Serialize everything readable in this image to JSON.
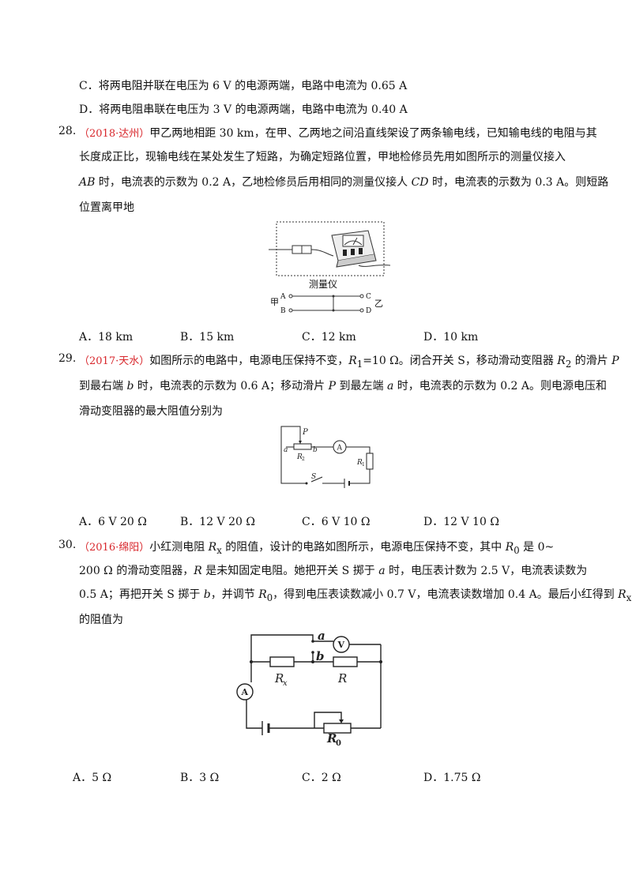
{
  "q27_options": {
    "C": "C．将两电阻并联在电压为 6 V 的电源两端，电路中电流为 0.65 A",
    "D": "D．将两电阻串联在电压为 3 V 的电源两端，电路中电流为 0.40 A"
  },
  "q28": {
    "number": "28.",
    "source": "（2018·达州）",
    "line1": "甲乙两地相距 30 km，在甲、乙两地之间沿直线架设了两条输电线，已知输电线的电阻与其",
    "line2": "长度成正比，现输电线在某处发生了短路，为确定短路位置，甲地检修员先用如图所示的测量仪接入",
    "line3_a": "AB",
    "line3_b": " 时，电流表的示数为 0.2 A，乙地检修员后用相同的测量仪接人 ",
    "line3_c": "CD",
    "line3_d": " 时，电流表的示数为 0.3 A。则短路",
    "line4": "位置离甲地",
    "figure": {
      "caption": "测量仪",
      "left_label": "甲",
      "right_label": "乙",
      "A": "A",
      "B": "B",
      "C": "C",
      "D": "D"
    },
    "options": [
      "A．18 km",
      "B．15 km",
      "C．12 km",
      "D．10 km"
    ]
  },
  "q29": {
    "number": "29.",
    "source": "（2017·天水）",
    "line1_a": "如图所示的电路中，电源电压保持不变，",
    "line1_r1": "R",
    "line1_r1sub": "1",
    "line1_b": "=10 Ω。闭合开关 S，移动滑动变阻器 ",
    "line1_r2": "R",
    "line1_r2sub": "2",
    "line1_c": " 的滑片 ",
    "line1_p": "P",
    "line2_a": "到最右端 ",
    "line2_b": "b",
    "line2_c": " 时，电流表的示数为 0.6 A；移动滑片 ",
    "line2_p": "P",
    "line2_d": " 到最左端 ",
    "line2_e": "a",
    "line2_f": " 时，电流表的示数为 0.2 A。则电源电压和",
    "line3": "滑动变阻器的最大阻值分别为",
    "figure": {
      "P": "P",
      "a": "a",
      "b": "b",
      "R2": "R",
      "R2sub": "2",
      "R1": "R",
      "R1sub": "1",
      "S": "S",
      "ammeter": "A"
    },
    "options": [
      "A．6 V  20 Ω",
      "B．12 V  20 Ω",
      "C．6 V  10 Ω",
      "D．12 V  10 Ω"
    ]
  },
  "q30": {
    "number": "30.",
    "source": "（2016·绵阳）",
    "line1_a": "小红测电阻 ",
    "line1_rx": "R",
    "line1_rxsub": "x",
    "line1_b": " 的阻值，设计的电路如图所示，电源电压保持不变，其中 ",
    "line1_r0": "R",
    "line1_r0sub": "0",
    "line1_c": " 是 0~",
    "line2_a": "200 Ω 的滑动变阻器，",
    "line2_r": "R",
    "line2_b": " 是未知固定电阻。她把开关 S 掷于 ",
    "line2_a2": "a",
    "line2_c": " 时，电压表计数为 2.5 V，电流表读数为",
    "line3_a": "0.5 A；再把开关 S 掷于 ",
    "line3_b": "b",
    "line3_c": "，并调节 ",
    "line3_r0": "R",
    "line3_r0sub": "0",
    "line3_d": "，得到电压表读数减小 0.7 V，电流表读数增加 0.4 A。最后小红得到 ",
    "line3_rx": "R",
    "line3_rxsub": "x",
    "line4": "的阻值为",
    "figure": {
      "a": "a",
      "b": "b",
      "Rx": "R",
      "Rxsub": "x",
      "R": "R",
      "R0": "R",
      "R0sub": "0",
      "voltmeter": "V",
      "ammeter": "A"
    },
    "options": [
      "A．5 Ω",
      "B．3 Ω",
      "C．2 Ω",
      "D．1.75 Ω"
    ]
  }
}
